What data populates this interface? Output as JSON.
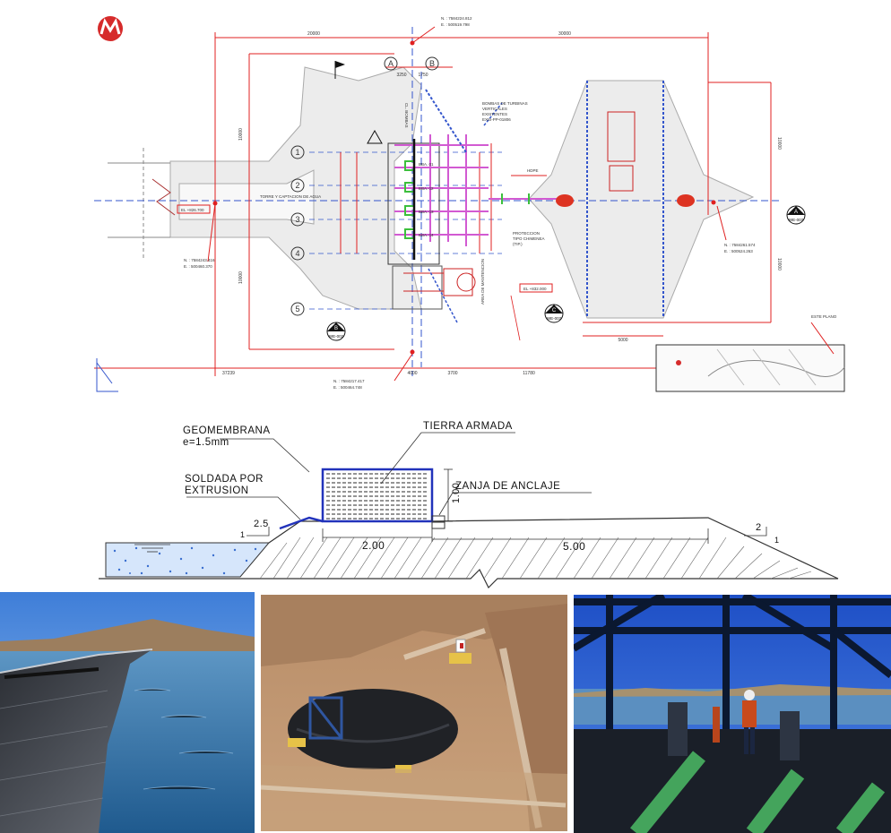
{
  "plan": {
    "columns": [
      "A",
      "B"
    ],
    "rows": [
      "1",
      "2",
      "3",
      "4",
      "5"
    ],
    "dim_top_left": "20000",
    "dim_top_right": "30000",
    "dim_ab_a": "3250",
    "dim_ab_b": "1750",
    "dim_left_vertical": "10000",
    "dim_left_vertical_lower": "10000",
    "dim_right_vertical_upper": "10000",
    "dim_right_vertical_lower": "10000",
    "dim_bottom_1": "37239",
    "dim_bottom_2": "4000",
    "dim_bottom_3": "3700",
    "dim_bottom_4": "11780",
    "dim_bottom_5": "5000",
    "coord_top": [
      "N. : 7584224.812",
      "E. : 500519.798"
    ],
    "coord_left": [
      "N. : 7584243.416",
      "E. : 500460.370"
    ],
    "coord_right": [
      "N. : 7584261.574",
      "E. : 500524.263"
    ],
    "coord_bottom": [
      "N. : 7584217.417",
      "E. : 500464.748"
    ],
    "el_left": "EL +826.700",
    "el_right": "EL +832.000",
    "axis_label": "TORRE Y CAPTACION DE AGUA",
    "pump_labels": [
      "BBA. 01",
      "BBA. 02",
      "BBA. 03",
      "BBA. 04"
    ],
    "callout_pumps": [
      "BOMBAS DE TURBINAS",
      "VERTICALES",
      "EXISTENTES",
      "EXIS-PP-01806"
    ],
    "callout_proteccion": [
      "PROTECCION",
      "TIPO CHIMENEA",
      "(TIP.)"
    ],
    "callout_area": "AREA DE MANTENCION",
    "cl_label": "CL. BOMBAS",
    "hdpe_label": "HDPE",
    "section_refs": [
      {
        "letter": "A",
        "code": "WE-003"
      },
      {
        "letter": "B",
        "code": "WE-002"
      },
      {
        "letter": "C",
        "code": "WE-003"
      }
    ],
    "key_plan_label": "ESTE PLANO"
  },
  "section": {
    "geomembrana": "GEOMEMBRANA",
    "espesor": "e=1.5mm",
    "tierra_armada": "TIERRA ARMADA",
    "soldada_1": "SOLDADA POR",
    "soldada_2": "EXTRUSION",
    "zanja": "ZANJA DE ANCLAJE",
    "slope_left_h": "2.5",
    "slope_left_v": "1",
    "slope_right_h": "2",
    "slope_right_v": "1",
    "dim_width": "2.00",
    "dim_height": "1.00",
    "dim_crest": "5.00"
  },
  "photos": [
    {
      "subject": "geomembrane-lined reservoir"
    },
    {
      "subject": "reservoir construction site"
    },
    {
      "subject": "pump station interior"
    }
  ],
  "colors": {
    "logo": "#d62b2b",
    "dim_red": "#e02020",
    "grid_blue": "#3355cc",
    "pump_magenta": "#d25ad2",
    "pump_green": "#3cbf3c",
    "membrane_blue": "#2233bb"
  }
}
